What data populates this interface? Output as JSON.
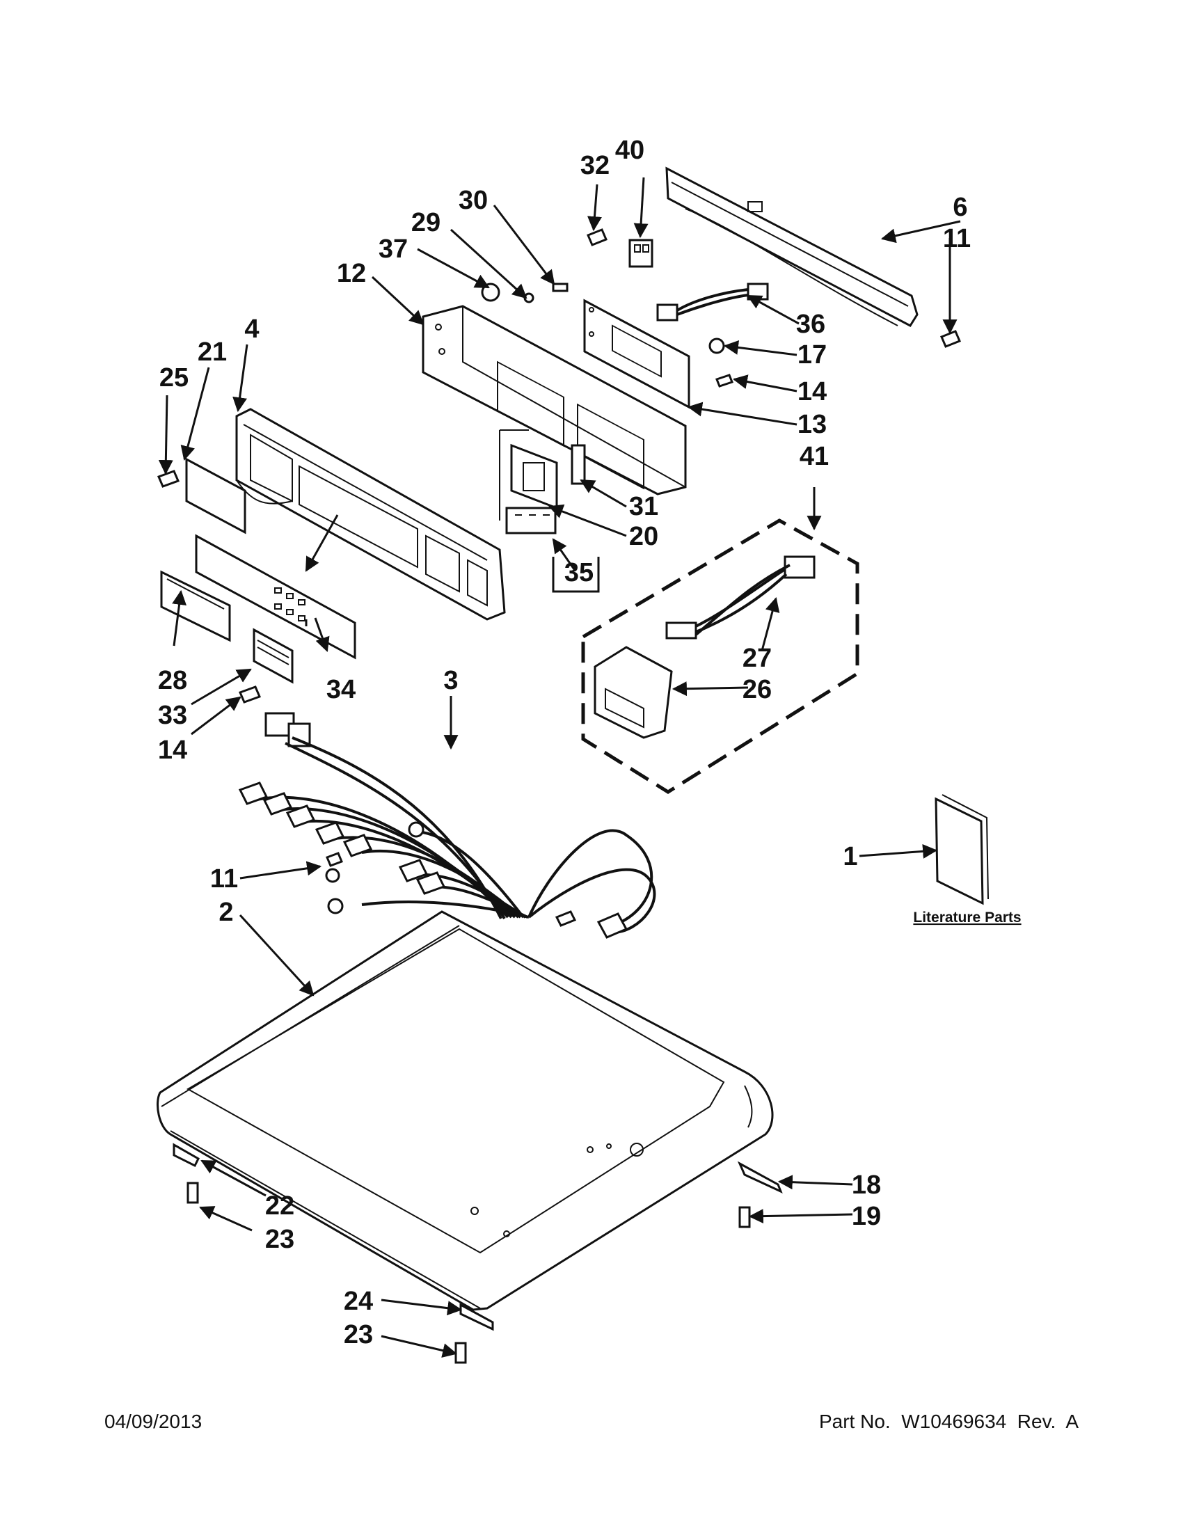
{
  "callouts": {
    "c1": "1",
    "c2": "2",
    "c3": "3",
    "c4": "4",
    "c6": "6",
    "c11a": "11",
    "c11b": "11",
    "c12": "12",
    "c13": "13",
    "c14a": "14",
    "c14b": "14",
    "c17": "17",
    "c18": "18",
    "c19": "19",
    "c20": "20",
    "c21": "21",
    "c22": "22",
    "c23a": "23",
    "c23b": "23",
    "c24": "24",
    "c25": "25",
    "c26": "26",
    "c27": "27",
    "c28": "28",
    "c29": "29",
    "c30": "30",
    "c31": "31",
    "c32": "32",
    "c33": "33",
    "c34": "34",
    "c35": "35",
    "c36": "36",
    "c37": "37",
    "c40": "40",
    "c41": "41"
  },
  "literature_label": "Literature Parts",
  "footer": {
    "date": "04/09/2013",
    "part_number": "Part No.  W10469634  Rev.  A"
  }
}
